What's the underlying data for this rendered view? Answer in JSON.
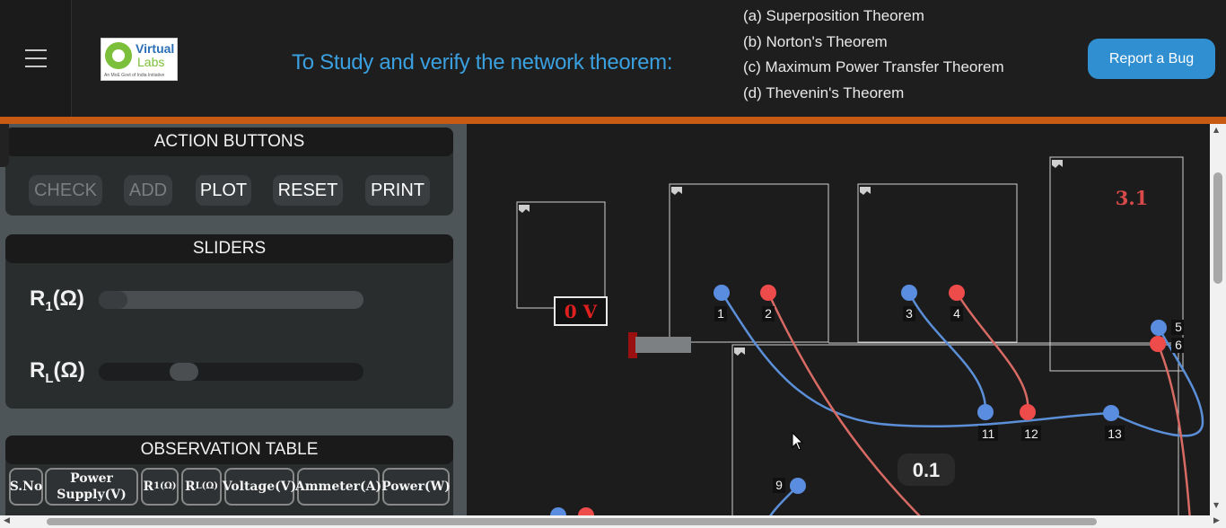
{
  "header": {
    "logo": {
      "line1": "Virtual",
      "line2": "Labs",
      "tagline": "An MoE Govt of India Initiative"
    },
    "title": "To Study and verify the network theorem:",
    "theorems": [
      "(a) Superposition Theorem",
      "(b) Norton's Theorem",
      "(c) Maximum Power Transfer Theorem",
      "(d) Thevenin's Theorem"
    ],
    "report_bug": "Report a Bug"
  },
  "action_buttons": {
    "heading": "ACTION BUTTONS",
    "buttons": [
      {
        "label": "CHECK",
        "enabled": false
      },
      {
        "label": "ADD",
        "enabled": false
      },
      {
        "label": "PLOT",
        "enabled": true
      },
      {
        "label": "RESET",
        "enabled": true
      },
      {
        "label": "PRINT",
        "enabled": true
      }
    ]
  },
  "sliders": {
    "heading": "SLIDERS",
    "r1": {
      "symbol": "R",
      "sub": "1",
      "unit": "(Ω)",
      "value_fraction": 0.0
    },
    "rl": {
      "symbol": "R",
      "sub": "L",
      "unit": "(Ω)",
      "value_fraction": 0.3
    }
  },
  "observation_table": {
    "heading": "OBSERVATION TABLE",
    "columns": [
      {
        "text": "S.No"
      },
      {
        "text": "Power Supply(V)"
      },
      {
        "main": "R",
        "sub": "1(Ω)"
      },
      {
        "main": "R",
        "sub": "L(Ω)"
      },
      {
        "text": "Voltage(V)"
      },
      {
        "text": "Ammeter(A)"
      },
      {
        "text": "Power(W)"
      }
    ]
  },
  "workspace": {
    "voltmeter_reading": "0 V",
    "meter_reading": "3.1",
    "load_reading": "0.1",
    "terminals": [
      "1",
      "2",
      "3",
      "4",
      "5",
      "6",
      "9",
      "11",
      "12",
      "13"
    ],
    "colors": {
      "blue_terminal": "#5a8de0",
      "red_terminal": "#ee4b4b",
      "blue_wire": "#5b8fd8",
      "red_wire": "#d86a64"
    }
  }
}
